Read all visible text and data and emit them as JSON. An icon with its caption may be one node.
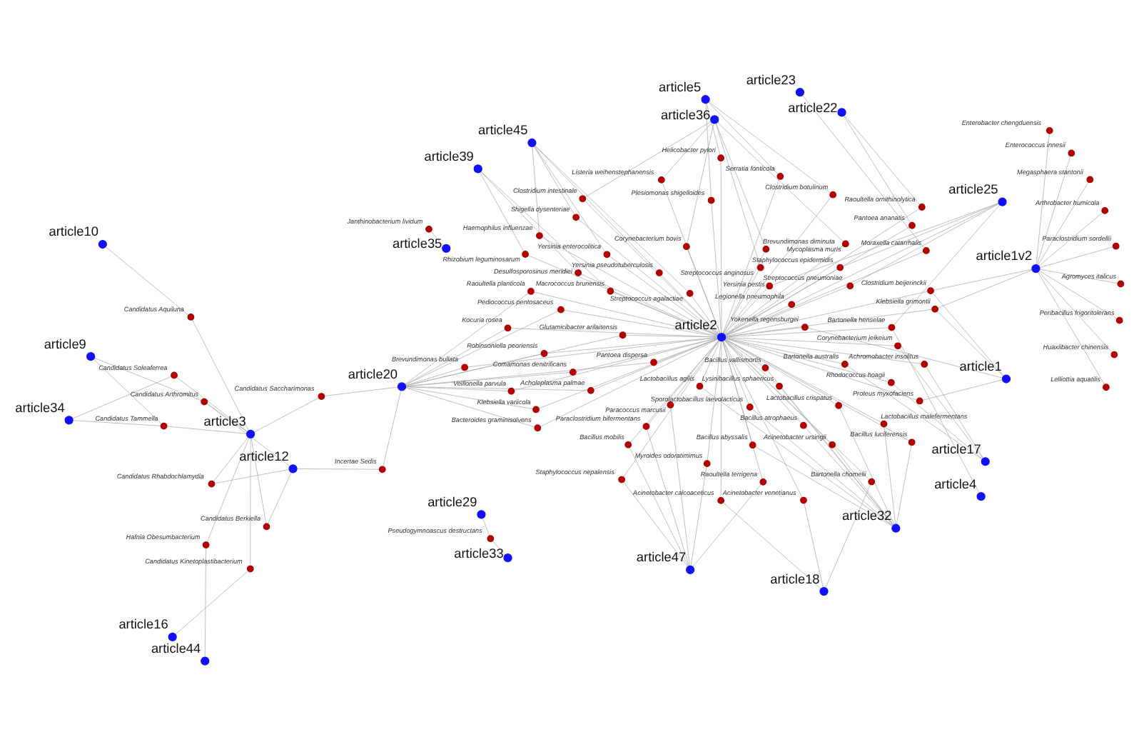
{
  "diagram": {
    "nodes": [
      {
        "text": [
          "article33"
        ]
      },
      {
        "text": [
          "Pseudogymnoascus destructans"
        ]
      },
      {
        "text": [
          "article29"
        ]
      },
      {
        "text": [
          "Bacillus abyssalis"
        ]
      },
      {
        "text": [
          "Bartonella chomelii"
        ]
      },
      {
        "text": [
          "Bacillus luciferensis"
        ]
      },
      {
        "text": [
          "Acinetobacter calcoaceticus"
        ]
      },
      {
        "text": [
          "Achromobacter insolitus"
        ]
      },
      {
        "text": [
          "Bacillus atrophaeus"
        ]
      },
      {
        "text": [
          "Acinetobacter venetianus"
        ]
      },
      {
        "text": [
          "Lactobacillus crispatus"
        ]
      },
      {
        "text": [
          "Rhodococcus hoagii"
        ]
      },
      {
        "text": [
          "Bartonella australis"
        ]
      },
      {
        "text": [
          "Lactobacillus malefermentans"
        ]
      },
      {
        "text": [
          "article18"
        ]
      },
      {
        "text": [
          "article17"
        ]
      },
      {
        "text": [
          "Corynebacterium jeikeium"
        ]
      },
      {
        "text": [
          "Bacillus vallismortis"
        ]
      },
      {
        "text": [
          "article32"
        ]
      },
      {
        "text": [
          "article4"
        ]
      },
      {
        "text": [
          "Yersinia enterocolitica"
        ]
      },
      {
        "text": [
          "Sporolactobacillus laevolacticus"
        ]
      },
      {
        "text": [
          "Lactobacillus agilis"
        ]
      },
      {
        "text": [
          "Acinetobacter ursingii"
        ]
      },
      {
        "text": [
          "Streptococcus agalactiae"
        ]
      },
      {
        "text": [
          "article35"
        ]
      },
      {
        "text": [
          "Janthinobacterium lividum"
        ]
      },
      {
        "text": [
          "Lysinibacillus sphaericus"
        ]
      },
      {
        "text": [
          "Shigella dysenteriae"
        ]
      },
      {
        "text": [
          "Haemophilus influenzae"
        ]
      },
      {
        "text": [
          "Yersinia pseudotuberculosis"
        ]
      },
      {
        "text": [
          "Raoultella ornithinolytica"
        ]
      },
      {
        "text": [
          "Brevundimonas bullata"
        ]
      },
      {
        "text": [
          "Bartonella henselae"
        ]
      },
      {
        "text": [
          "article22"
        ]
      },
      {
        "text": [
          "Pantoea ananatis"
        ]
      },
      {
        "text": [
          "Comamonas denitrificans"
        ]
      },
      {
        "text": [
          "Streptococcus pneumoniae"
        ]
      },
      {
        "text": [
          "article45"
        ]
      },
      {
        "text": [
          "Glutamicibacter arilaitensis"
        ]
      },
      {
        "text": [
          "Staphylococcus epidermidis"
        ]
      },
      {
        "text": [
          "article23"
        ]
      },
      {
        "text": [
          "article25"
        ]
      },
      {
        "text": [
          "Veillonella parvula"
        ]
      },
      {
        "text": [
          "Legionella pneumophila"
        ]
      },
      {
        "text": [
          "article2"
        ]
      },
      {
        "text": [
          "Robinsoniella peoriensis"
        ]
      },
      {
        "text": [
          "Yersinia pestis"
        ]
      },
      {
        "text": [
          "Pantoea dispersa"
        ]
      },
      {
        "text": [
          "Clostridium botulinum"
        ]
      },
      {
        "text": [
          "Plesiomonas shigelloides"
        ]
      },
      {
        "text": [
          "Moraxella catarrhalis"
        ]
      },
      {
        "text": [
          "Acholeplasma palmae"
        ]
      },
      {
        "text": [
          "Helicobacter pylori"
        ]
      },
      {
        "text": [
          "Serratia fonticola"
        ]
      },
      {
        "text": [
          "article20"
        ]
      },
      {
        "text": [
          "Pediococcus pentosaceus"
        ]
      },
      {
        "text": [
          "article5"
        ]
      },
      {
        "text": [
          "Rhizobium leguminosarum"
        ]
      },
      {
        "text": [
          "Kocuria rosea"
        ]
      },
      {
        "text": [
          "Macrococcus brunensis"
        ]
      },
      {
        "text": [
          "Bacteroides graminisolvens"
        ]
      },
      {
        "text": [
          "Desulfosporosinus meridiei"
        ]
      },
      {
        "text": [
          "Streptococcus anginosus"
        ]
      },
      {
        "text": [
          "Corynebacterium bovis"
        ]
      },
      {
        "text": [
          "article39"
        ]
      },
      {
        "text": [
          "Clostridium intestinale"
        ]
      },
      {
        "text": [
          "Klebsiella variicola"
        ]
      },
      {
        "text": [
          "Listeria weihenstephanensis"
        ]
      },
      {
        "text": [
          "article36"
        ]
      },
      {
        "text": [
          "Brevundimonas diminuta"
        ]
      },
      {
        "text": [
          "Mycoplasma muris"
        ]
      },
      {
        "text": [
          "Raoultella planticola"
        ]
      },
      {
        "text": [
          "Proteus myxofaciens"
        ]
      },
      {
        "text": [
          "Staphylococcus nepalensis"
        ]
      },
      {
        "text": [
          "article1"
        ]
      },
      {
        "text": [
          "Yokenella regensburgei"
        ]
      },
      {
        "text": [
          "Paraclostridium bifermentans"
        ]
      },
      {
        "text": [
          "article1v2"
        ]
      },
      {
        "text": [
          "Klebsiella grimontii"
        ]
      },
      {
        "text": [
          "Candidatus Saccharimonas"
        ]
      },
      {
        "text": [
          "Paracoccus marcusii"
        ]
      },
      {
        "text": [
          "Incertae Sedis"
        ]
      },
      {
        "text": [
          "article47"
        ]
      },
      {
        "text": [
          "Clostridium beijerinckii"
        ]
      },
      {
        "text": [
          "Bacillus mobilis"
        ]
      },
      {
        "text": [
          "Myroides odoratimimus"
        ]
      },
      {
        "text": [
          "Raoultella terrigena"
        ]
      },
      {
        "text": [
          "article44"
        ]
      },
      {
        "text": [
          "Hafnia Obesumbacterium"
        ]
      },
      {
        "text": [
          "Enterobacter chengduensis"
        ]
      },
      {
        "text": [
          "Megasphaera stantonii"
        ]
      },
      {
        "text": [
          "article12"
        ]
      },
      {
        "text": [
          "article16"
        ]
      },
      {
        "text": [
          "Candidatus Kinetoplastibacterium"
        ]
      },
      {
        "text": [
          "article3"
        ]
      },
      {
        "text": [
          "Candidatus Berkiella"
        ]
      },
      {
        "text": [
          "Arthrobacter humicola"
        ]
      },
      {
        "text": [
          "Enterococcus innesii"
        ]
      },
      {
        "text": [
          "Candidatus Rhabdochlamydia"
        ]
      },
      {
        "text": [
          "Huaxiibacter chinensis"
        ]
      },
      {
        "text": [
          "Peribacillus frigoritolerans"
        ]
      },
      {
        "text": [
          "Agromyces italicus"
        ]
      },
      {
        "text": [
          "Paraclostridium sordellii"
        ]
      },
      {
        "text": [
          "Lelliottia aquatilis"
        ]
      },
      {
        "text": [
          "Candidatus Arthromitus"
        ]
      },
      {
        "text": [
          "Candidatus Soleaferrea"
        ]
      },
      {
        "text": [
          "Candidatus Tammella"
        ]
      },
      {
        "text": [
          "article34"
        ]
      },
      {
        "text": [
          "Candidatus Aquiluna"
        ]
      },
      {
        "text": [
          "article9"
        ]
      },
      {
        "text": [
          "article10"
        ]
      }
    ],
    "edges": [
      {
        "from": 1,
        "to": 0,
        "arrow": "none"
      },
      {
        "from": 1,
        "to": 2,
        "arrow": "none"
      },
      {
        "from": 3,
        "to": 18,
        "arrow": "none"
      },
      {
        "from": 3,
        "to": 45,
        "arrow": "none"
      },
      {
        "from": 4,
        "to": 14,
        "arrow": "none"
      },
      {
        "from": 4,
        "to": 45,
        "arrow": "none"
      },
      {
        "from": 5,
        "to": 18,
        "arrow": "none"
      },
      {
        "from": 5,
        "to": 45,
        "arrow": "none"
      },
      {
        "from": 6,
        "to": 14,
        "arrow": "none"
      },
      {
        "from": 6,
        "to": 45,
        "arrow": "none"
      },
      {
        "from": 7,
        "to": 15,
        "arrow": "none"
      },
      {
        "from": 7,
        "to": 45,
        "arrow": "none"
      },
      {
        "from": 8,
        "to": 18,
        "arrow": "none"
      },
      {
        "from": 8,
        "to": 45,
        "arrow": "none"
      },
      {
        "from": 9,
        "to": 14,
        "arrow": "none"
      },
      {
        "from": 9,
        "to": 45,
        "arrow": "none"
      },
      {
        "from": 10,
        "to": 18,
        "arrow": "none"
      },
      {
        "from": 10,
        "to": 45,
        "arrow": "none"
      },
      {
        "from": 11,
        "to": 15,
        "arrow": "none"
      },
      {
        "from": 11,
        "to": 45,
        "arrow": "none"
      },
      {
        "from": 12,
        "to": 15,
        "arrow": "none"
      },
      {
        "from": 12,
        "to": 45,
        "arrow": "none"
      },
      {
        "from": 13,
        "to": 18,
        "arrow": "none"
      },
      {
        "from": 13,
        "to": 45,
        "arrow": "none"
      },
      {
        "from": 16,
        "to": 15,
        "arrow": "none"
      },
      {
        "from": 16,
        "to": 45,
        "arrow": "none"
      },
      {
        "from": 17,
        "to": 18,
        "arrow": "none"
      },
      {
        "from": 17,
        "to": 45,
        "arrow": "none"
      },
      {
        "from": 20,
        "to": 38,
        "arrow": "none"
      },
      {
        "from": 20,
        "to": 45,
        "arrow": "none"
      },
      {
        "from": 21,
        "to": 18,
        "arrow": "none"
      },
      {
        "from": 21,
        "to": 45,
        "arrow": "none"
      },
      {
        "from": 22,
        "to": 18,
        "arrow": "none"
      },
      {
        "from": 22,
        "to": 45,
        "arrow": "none"
      },
      {
        "from": 23,
        "to": 18,
        "arrow": "none"
      },
      {
        "from": 23,
        "to": 45,
        "arrow": "none"
      },
      {
        "from": 24,
        "to": 38,
        "arrow": "none"
      },
      {
        "from": 24,
        "to": 45,
        "arrow": "none"
      },
      {
        "from": 26,
        "to": 25,
        "arrow": "none"
      },
      {
        "from": 27,
        "to": 18,
        "arrow": "none"
      },
      {
        "from": 27,
        "to": 45,
        "arrow": "none"
      },
      {
        "from": 28,
        "to": 38,
        "arrow": "none"
      },
      {
        "from": 28,
        "to": 45,
        "arrow": "none"
      },
      {
        "from": 29,
        "to": 38,
        "arrow": "none"
      },
      {
        "from": 29,
        "to": 45,
        "arrow": "none"
      },
      {
        "from": 30,
        "to": 38,
        "arrow": "none"
      },
      {
        "from": 30,
        "to": 45,
        "arrow": "none"
      },
      {
        "from": 31,
        "to": 34,
        "arrow": "none"
      },
      {
        "from": 31,
        "to": 45,
        "arrow": "none"
      },
      {
        "from": 32,
        "to": 55,
        "arrow": "none"
      },
      {
        "from": 32,
        "to": 45,
        "arrow": "none"
      },
      {
        "from": 33,
        "to": 19,
        "arrow": "none"
      },
      {
        "from": 33,
        "to": 42,
        "arrow": "none"
      },
      {
        "from": 33,
        "to": 45,
        "arrow": "none"
      },
      {
        "from": 35,
        "to": 34,
        "arrow": "none"
      },
      {
        "from": 35,
        "to": 45,
        "arrow": "none"
      },
      {
        "from": 36,
        "to": 55,
        "arrow": "none"
      },
      {
        "from": 36,
        "to": 45,
        "arrow": "none"
      },
      {
        "from": 37,
        "to": 42,
        "arrow": "none"
      },
      {
        "from": 37,
        "to": 45,
        "arrow": "none"
      },
      {
        "from": 39,
        "to": 55,
        "arrow": "none"
      },
      {
        "from": 39,
        "to": 45,
        "arrow": "none"
      },
      {
        "from": 40,
        "to": 42,
        "arrow": "none"
      },
      {
        "from": 40,
        "to": 45,
        "arrow": "none"
      },
      {
        "from": 43,
        "to": 55,
        "arrow": "none"
      },
      {
        "from": 43,
        "to": 45,
        "arrow": "none"
      },
      {
        "from": 44,
        "to": 42,
        "arrow": "none"
      },
      {
        "from": 44,
        "to": 45,
        "arrow": "none"
      },
      {
        "from": 46,
        "to": 55,
        "arrow": "none"
      },
      {
        "from": 46,
        "to": 45,
        "arrow": "none"
      },
      {
        "from": 47,
        "to": 42,
        "arrow": "none"
      },
      {
        "from": 47,
        "to": 45,
        "arrow": "none"
      },
      {
        "from": 48,
        "to": 55,
        "arrow": "none"
      },
      {
        "from": 48,
        "to": 45,
        "arrow": "none"
      },
      {
        "from": 49,
        "to": 57,
        "arrow": "none"
      },
      {
        "from": 49,
        "to": 45,
        "arrow": "none"
      },
      {
        "from": 50,
        "to": 57,
        "arrow": "none"
      },
      {
        "from": 50,
        "to": 45,
        "arrow": "none"
      },
      {
        "from": 51,
        "to": 41,
        "arrow": "none"
      },
      {
        "from": 51,
        "to": 45,
        "arrow": "none"
      },
      {
        "from": 52,
        "to": 55,
        "arrow": "none"
      },
      {
        "from": 52,
        "to": 45,
        "arrow": "none"
      },
      {
        "from": 53,
        "to": 57,
        "arrow": "none"
      },
      {
        "from": 53,
        "to": 45,
        "arrow": "none"
      },
      {
        "from": 54,
        "to": 57,
        "arrow": "none"
      },
      {
        "from": 54,
        "to": 45,
        "arrow": "none"
      },
      {
        "from": 56,
        "to": 55,
        "arrow": "none"
      },
      {
        "from": 56,
        "to": 45,
        "arrow": "none"
      },
      {
        "from": 58,
        "to": 65,
        "arrow": "none"
      },
      {
        "from": 58,
        "to": 45,
        "arrow": "none"
      },
      {
        "from": 59,
        "to": 55,
        "arrow": "none"
      },
      {
        "from": 59,
        "to": 45,
        "arrow": "none"
      },
      {
        "from": 60,
        "to": 65,
        "arrow": "none"
      },
      {
        "from": 60,
        "to": 45,
        "arrow": "none"
      },
      {
        "from": 61,
        "to": 55,
        "arrow": "none"
      },
      {
        "from": 61,
        "to": 45,
        "arrow": "none"
      },
      {
        "from": 62,
        "to": 65,
        "arrow": "none"
      },
      {
        "from": 62,
        "to": 45,
        "arrow": "none"
      },
      {
        "from": 63,
        "to": 69,
        "arrow": "none"
      },
      {
        "from": 63,
        "to": 45,
        "arrow": "none"
      },
      {
        "from": 64,
        "to": 69,
        "arrow": "none"
      },
      {
        "from": 64,
        "to": 45,
        "arrow": "none"
      },
      {
        "from": 66,
        "to": 69,
        "arrow": "none"
      },
      {
        "from": 66,
        "to": 45,
        "arrow": "none"
      },
      {
        "from": 67,
        "to": 55,
        "arrow": "none"
      },
      {
        "from": 67,
        "to": 45,
        "arrow": "none"
      },
      {
        "from": 68,
        "to": 69,
        "arrow": "none"
      },
      {
        "from": 68,
        "to": 45,
        "arrow": "none"
      },
      {
        "from": 70,
        "to": 69,
        "arrow": "none"
      },
      {
        "from": 70,
        "to": 45,
        "arrow": "none"
      },
      {
        "from": 71,
        "to": 69,
        "arrow": "none"
      },
      {
        "from": 71,
        "to": 45,
        "arrow": "none"
      },
      {
        "from": 72,
        "to": 55,
        "arrow": "none"
      },
      {
        "from": 72,
        "to": 45,
        "arrow": "none"
      },
      {
        "from": 73,
        "to": 75,
        "arrow": "none"
      },
      {
        "from": 73,
        "to": 45,
        "arrow": "none"
      },
      {
        "from": 74,
        "to": 83,
        "arrow": "none"
      },
      {
        "from": 74,
        "to": 45,
        "arrow": "none"
      },
      {
        "from": 76,
        "to": 75,
        "arrow": "none"
      },
      {
        "from": 76,
        "to": 45,
        "arrow": "none"
      },
      {
        "from": 77,
        "to": 83,
        "arrow": "none"
      },
      {
        "from": 77,
        "to": 45,
        "arrow": "none"
      },
      {
        "from": 79,
        "to": 75,
        "arrow": "none"
      },
      {
        "from": 79,
        "to": 78,
        "arrow": "none"
      },
      {
        "from": 79,
        "to": 45,
        "arrow": "none"
      },
      {
        "from": 80,
        "to": 55,
        "arrow": "none"
      },
      {
        "from": 80,
        "to": 95,
        "arrow": "none"
      },
      {
        "from": 81,
        "to": 83,
        "arrow": "none"
      },
      {
        "from": 81,
        "to": 45,
        "arrow": "none"
      },
      {
        "from": 82,
        "to": 55,
        "arrow": "none"
      },
      {
        "from": 82,
        "to": 92,
        "arrow": "none"
      },
      {
        "from": 84,
        "to": 75,
        "arrow": "none"
      },
      {
        "from": 84,
        "to": 78,
        "arrow": "none"
      },
      {
        "from": 84,
        "to": 45,
        "arrow": "none"
      },
      {
        "from": 85,
        "to": 83,
        "arrow": "none"
      },
      {
        "from": 85,
        "to": 45,
        "arrow": "none"
      },
      {
        "from": 86,
        "to": 83,
        "arrow": "none"
      },
      {
        "from": 86,
        "to": 45,
        "arrow": "none"
      },
      {
        "from": 87,
        "to": 83,
        "arrow": "none"
      },
      {
        "from": 87,
        "to": 45,
        "arrow": "none"
      },
      {
        "from": 89,
        "to": 88,
        "arrow": "none"
      },
      {
        "from": 89,
        "to": 95,
        "arrow": "none"
      },
      {
        "from": 90,
        "to": 78,
        "arrow": "none"
      },
      {
        "from": 91,
        "to": 78,
        "arrow": "none"
      },
      {
        "from": 94,
        "to": 93,
        "arrow": "none"
      },
      {
        "from": 94,
        "to": 95,
        "arrow": "none"
      },
      {
        "from": 96,
        "to": 95,
        "arrow": "none"
      },
      {
        "from": 96,
        "to": 92,
        "arrow": "none"
      },
      {
        "from": 97,
        "to": 78,
        "arrow": "none"
      },
      {
        "from": 98,
        "to": 78,
        "arrow": "none"
      },
      {
        "from": 99,
        "to": 95,
        "arrow": "none"
      },
      {
        "from": 99,
        "to": 92,
        "arrow": "none"
      },
      {
        "from": 100,
        "to": 78,
        "arrow": "none"
      },
      {
        "from": 101,
        "to": 78,
        "arrow": "none"
      },
      {
        "from": 102,
        "to": 78,
        "arrow": "none"
      },
      {
        "from": 103,
        "to": 78,
        "arrow": "none"
      },
      {
        "from": 104,
        "to": 78,
        "arrow": "none"
      },
      {
        "from": 105,
        "to": 95,
        "arrow": "none"
      },
      {
        "from": 105,
        "to": 92,
        "arrow": "none"
      },
      {
        "from": 105,
        "to": 110,
        "arrow": "none"
      },
      {
        "from": 106,
        "to": 95,
        "arrow": "none"
      },
      {
        "from": 106,
        "to": 108,
        "arrow": "none"
      },
      {
        "from": 107,
        "to": 95,
        "arrow": "none"
      },
      {
        "from": 107,
        "to": 108,
        "arrow": "none"
      },
      {
        "from": 107,
        "to": 110,
        "arrow": "none"
      },
      {
        "from": 109,
        "to": 95,
        "arrow": "none"
      },
      {
        "from": 109,
        "to": 111,
        "arrow": "none"
      }
    ]
  }
}
